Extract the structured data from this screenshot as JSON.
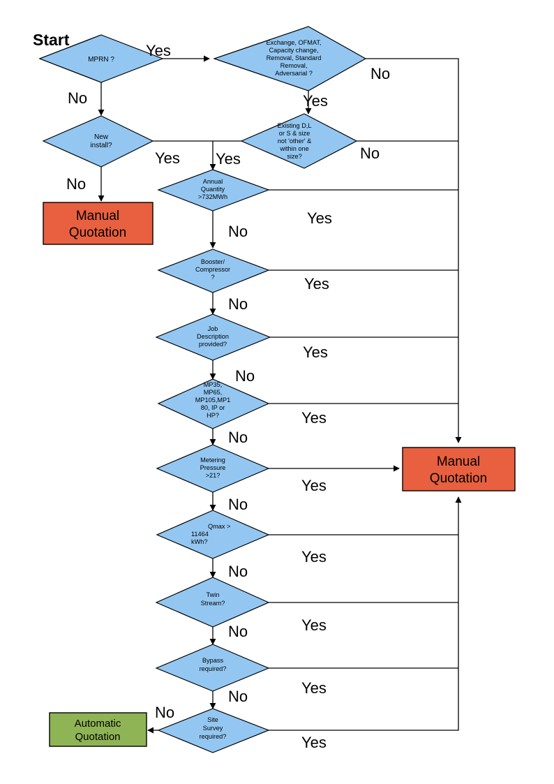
{
  "diagram": {
    "title_label": "Start",
    "colors": {
      "decision_fill": "#93C7F2",
      "manual_fill": "#E8603F",
      "automatic_fill": "#8FB455",
      "stroke": "#000000",
      "background": "#FFFFFF"
    },
    "nodes": [
      {
        "id": "mprn",
        "type": "decision",
        "lines": [
          "MPRN ?"
        ]
      },
      {
        "id": "exchange",
        "type": "decision",
        "lines": [
          "Exchange, OFMAT,",
          "Capacity change,",
          "Removal, Standard",
          "Removal,",
          "Adversarial ?"
        ]
      },
      {
        "id": "newinst",
        "type": "decision",
        "lines": [
          "New",
          "install?"
        ]
      },
      {
        "id": "existing",
        "type": "decision",
        "lines": [
          "Existing D,L",
          "or S & size",
          "not 'other' &",
          "within one",
          "size?"
        ]
      },
      {
        "id": "annual",
        "type": "decision",
        "lines": [
          "Annual",
          "Quantity",
          ">732MWh"
        ]
      },
      {
        "id": "booster",
        "type": "decision",
        "lines": [
          "Booster/",
          "Compressor",
          "?"
        ]
      },
      {
        "id": "jobdesc",
        "type": "decision",
        "lines": [
          "Job",
          "Description",
          "provided?"
        ]
      },
      {
        "id": "mpclass",
        "type": "decision",
        "lines": [
          "MP35,",
          "MP65,",
          "MP105,MP1",
          "80, IP or",
          "HP?"
        ]
      },
      {
        "id": "metering",
        "type": "decision",
        "lines": [
          "Metering",
          "Pressure",
          ">21?"
        ]
      },
      {
        "id": "qmax",
        "type": "decision",
        "lines": [
          "Qmax >",
          "11464",
          "kWh?"
        ]
      },
      {
        "id": "twin",
        "type": "decision",
        "lines": [
          "Twin",
          "Stream?"
        ]
      },
      {
        "id": "bypass",
        "type": "decision",
        "lines": [
          "Bypass",
          "required?"
        ]
      },
      {
        "id": "sitesurvey",
        "type": "decision",
        "lines": [
          "Site",
          "Survey",
          "required?"
        ]
      },
      {
        "id": "manual_left",
        "type": "process",
        "lines": [
          "Manual",
          "Quotation"
        ]
      },
      {
        "id": "manual_right",
        "type": "process",
        "lines": [
          "Manual",
          "Quotation"
        ]
      },
      {
        "id": "automatic",
        "type": "process",
        "lines": [
          "Automatic",
          "Quotation"
        ]
      }
    ],
    "edge_labels": {
      "mprn_yes": "Yes",
      "mprn_no": "No",
      "exchange_no": "No",
      "exchange_yes": "Yes",
      "newinst_yes": "Yes",
      "newinst_no": "No",
      "existing_yes": "Yes",
      "existing_no": "No",
      "annual_yes": "Yes",
      "annual_no": "No",
      "booster_yes": "Yes",
      "booster_no": "No",
      "jobdesc_yes": "Yes",
      "jobdesc_no": "No",
      "mpclass_yes": "Yes",
      "mpclass_no": "No",
      "metering_yes": "Yes",
      "metering_no": "No",
      "qmax_yes": "Yes",
      "qmax_no": "No",
      "twin_yes": "Yes",
      "twin_no": "No",
      "bypass_yes": "Yes",
      "bypass_no": "No",
      "sitesurvey_yes": "Yes",
      "sitesurvey_no": "No"
    }
  }
}
